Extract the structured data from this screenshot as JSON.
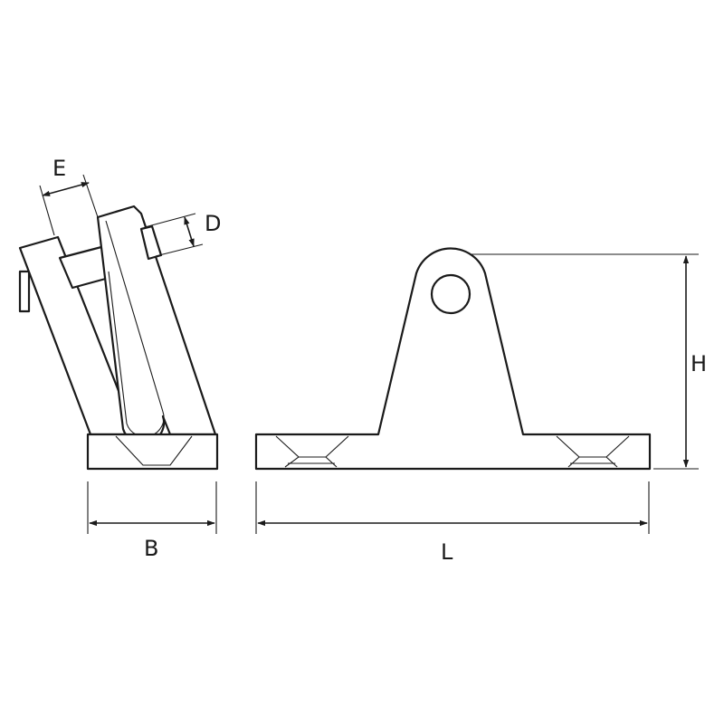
{
  "labels": {
    "E": "E",
    "D": "D",
    "H": "H",
    "B": "B",
    "L": "L"
  },
  "colors": {
    "line": "#1a1a1a",
    "background": "#ffffff"
  }
}
